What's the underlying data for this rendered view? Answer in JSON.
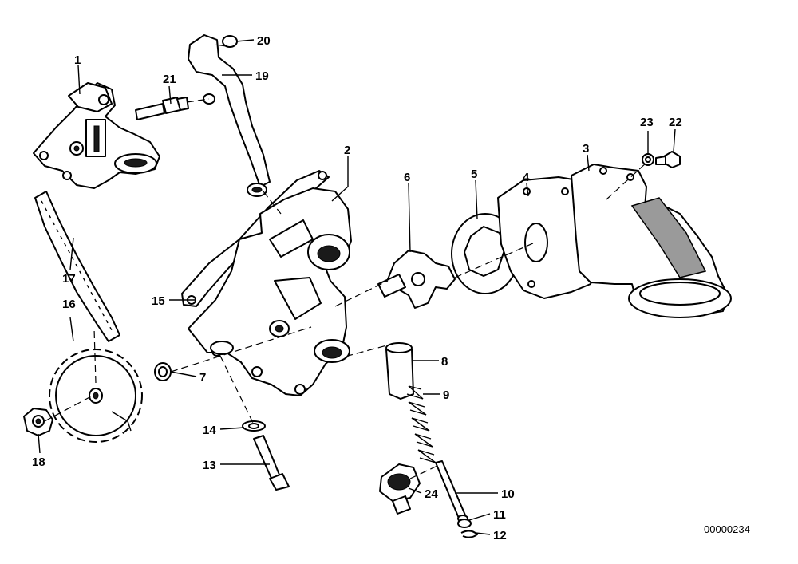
{
  "diagram": {
    "callouts": [
      "1",
      "2",
      "3",
      "4",
      "5",
      "6",
      "7",
      "8",
      "9",
      "10",
      "11",
      "12",
      "13",
      "14",
      "15",
      "16",
      "17",
      "18",
      "19",
      "20",
      "21",
      "22",
      "23",
      "24"
    ],
    "document_number": "00000234"
  }
}
